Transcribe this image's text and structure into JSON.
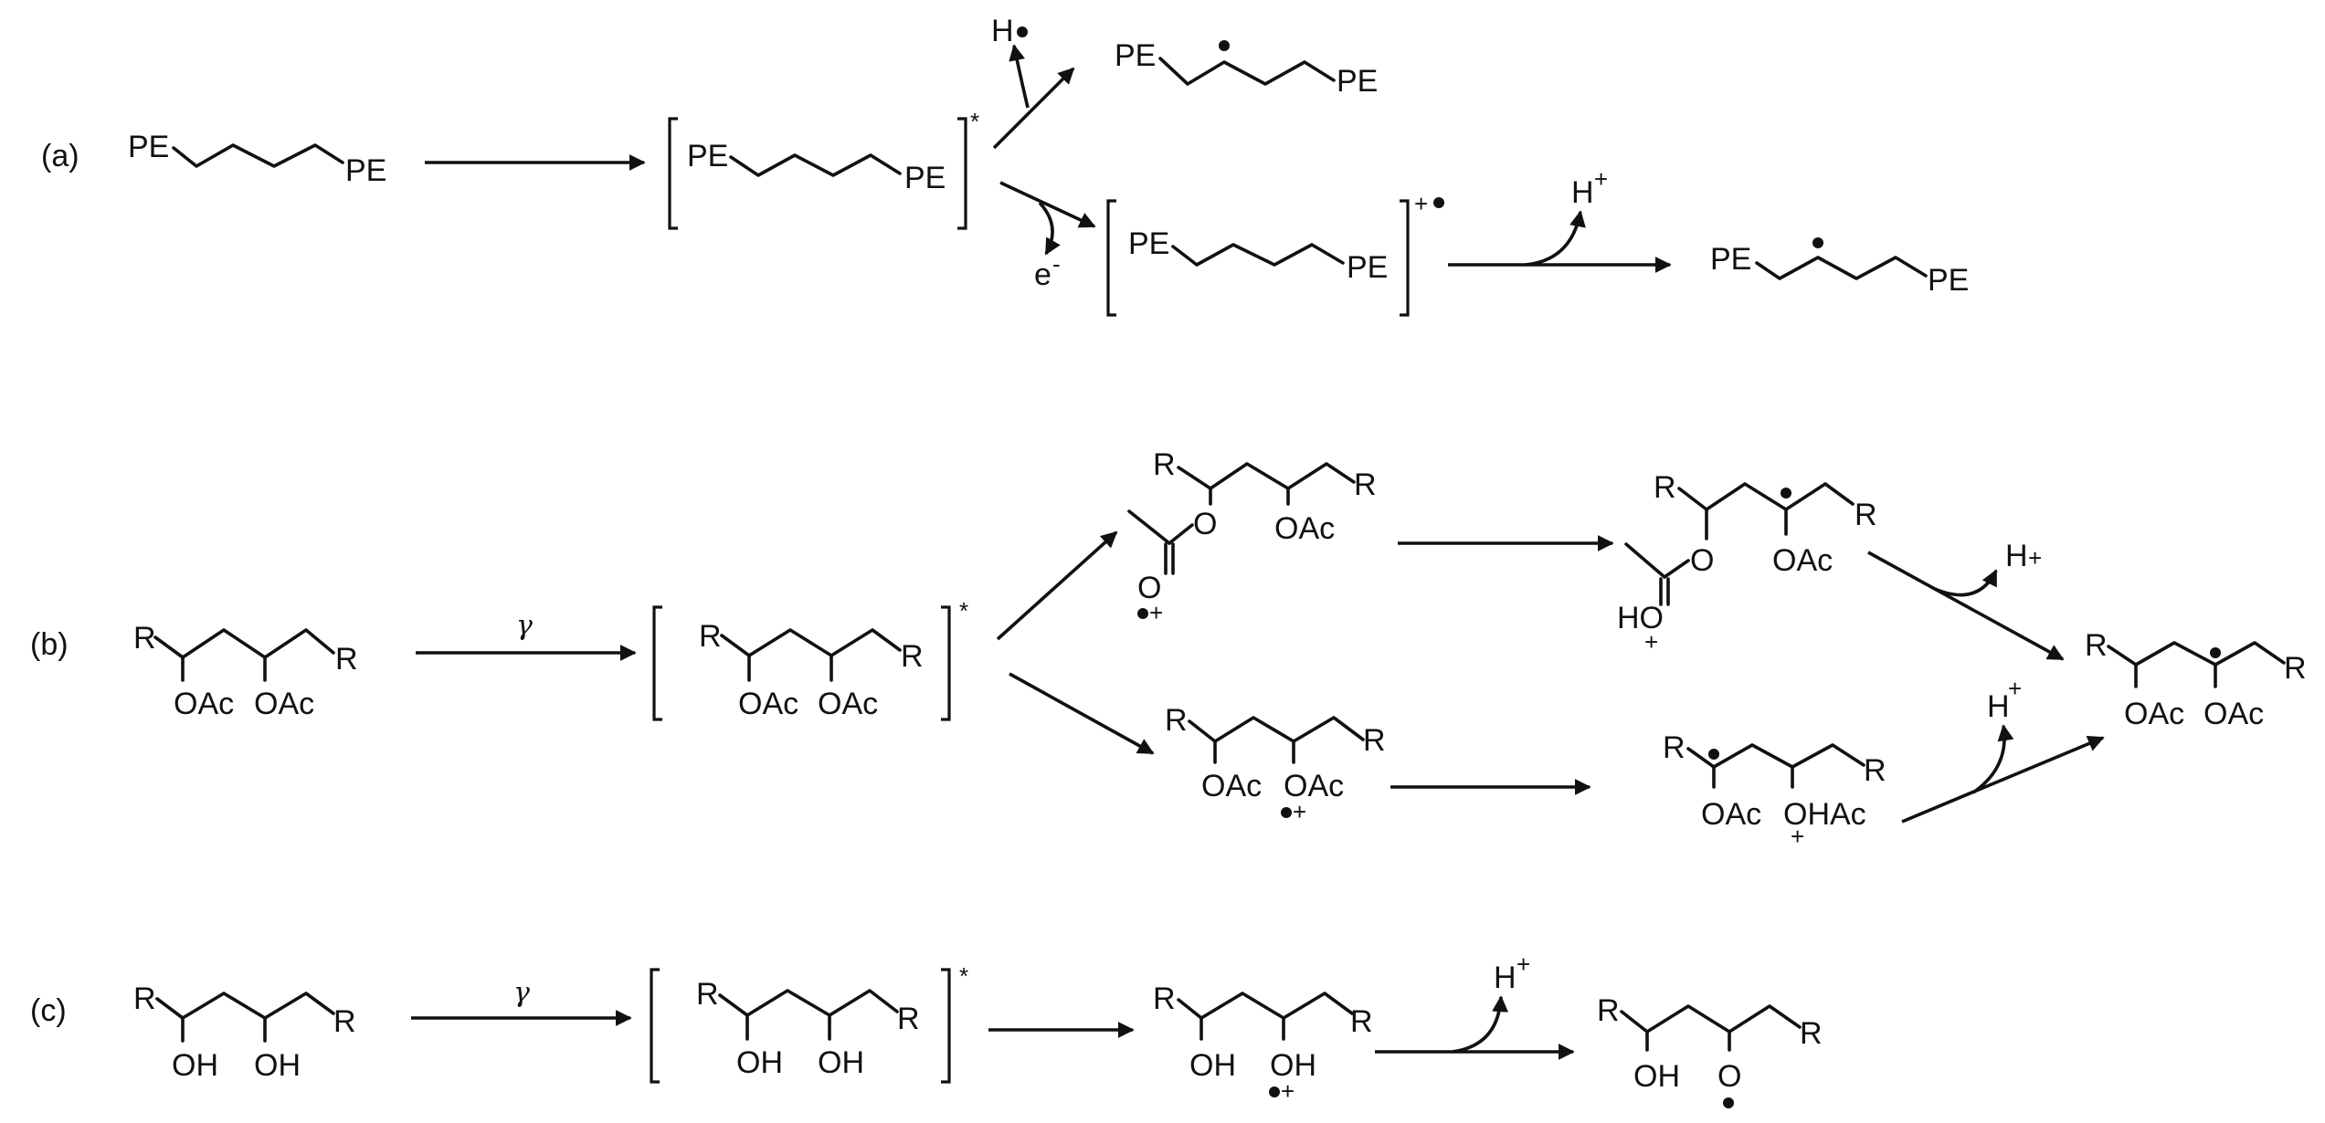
{
  "panels": [
    {
      "label": "(a)"
    },
    {
      "label": "(b)"
    },
    {
      "label": "(c)"
    }
  ],
  "symbols": {
    "PE": "PE",
    "R": "R",
    "OAc": "OAc",
    "OHAc": "OHAc",
    "OH": "OH",
    "O": "O",
    "HO": "HO",
    "H": "H",
    "e": "e",
    "plus": "+",
    "minus": "-",
    "star": "*",
    "gamma": "γ"
  }
}
